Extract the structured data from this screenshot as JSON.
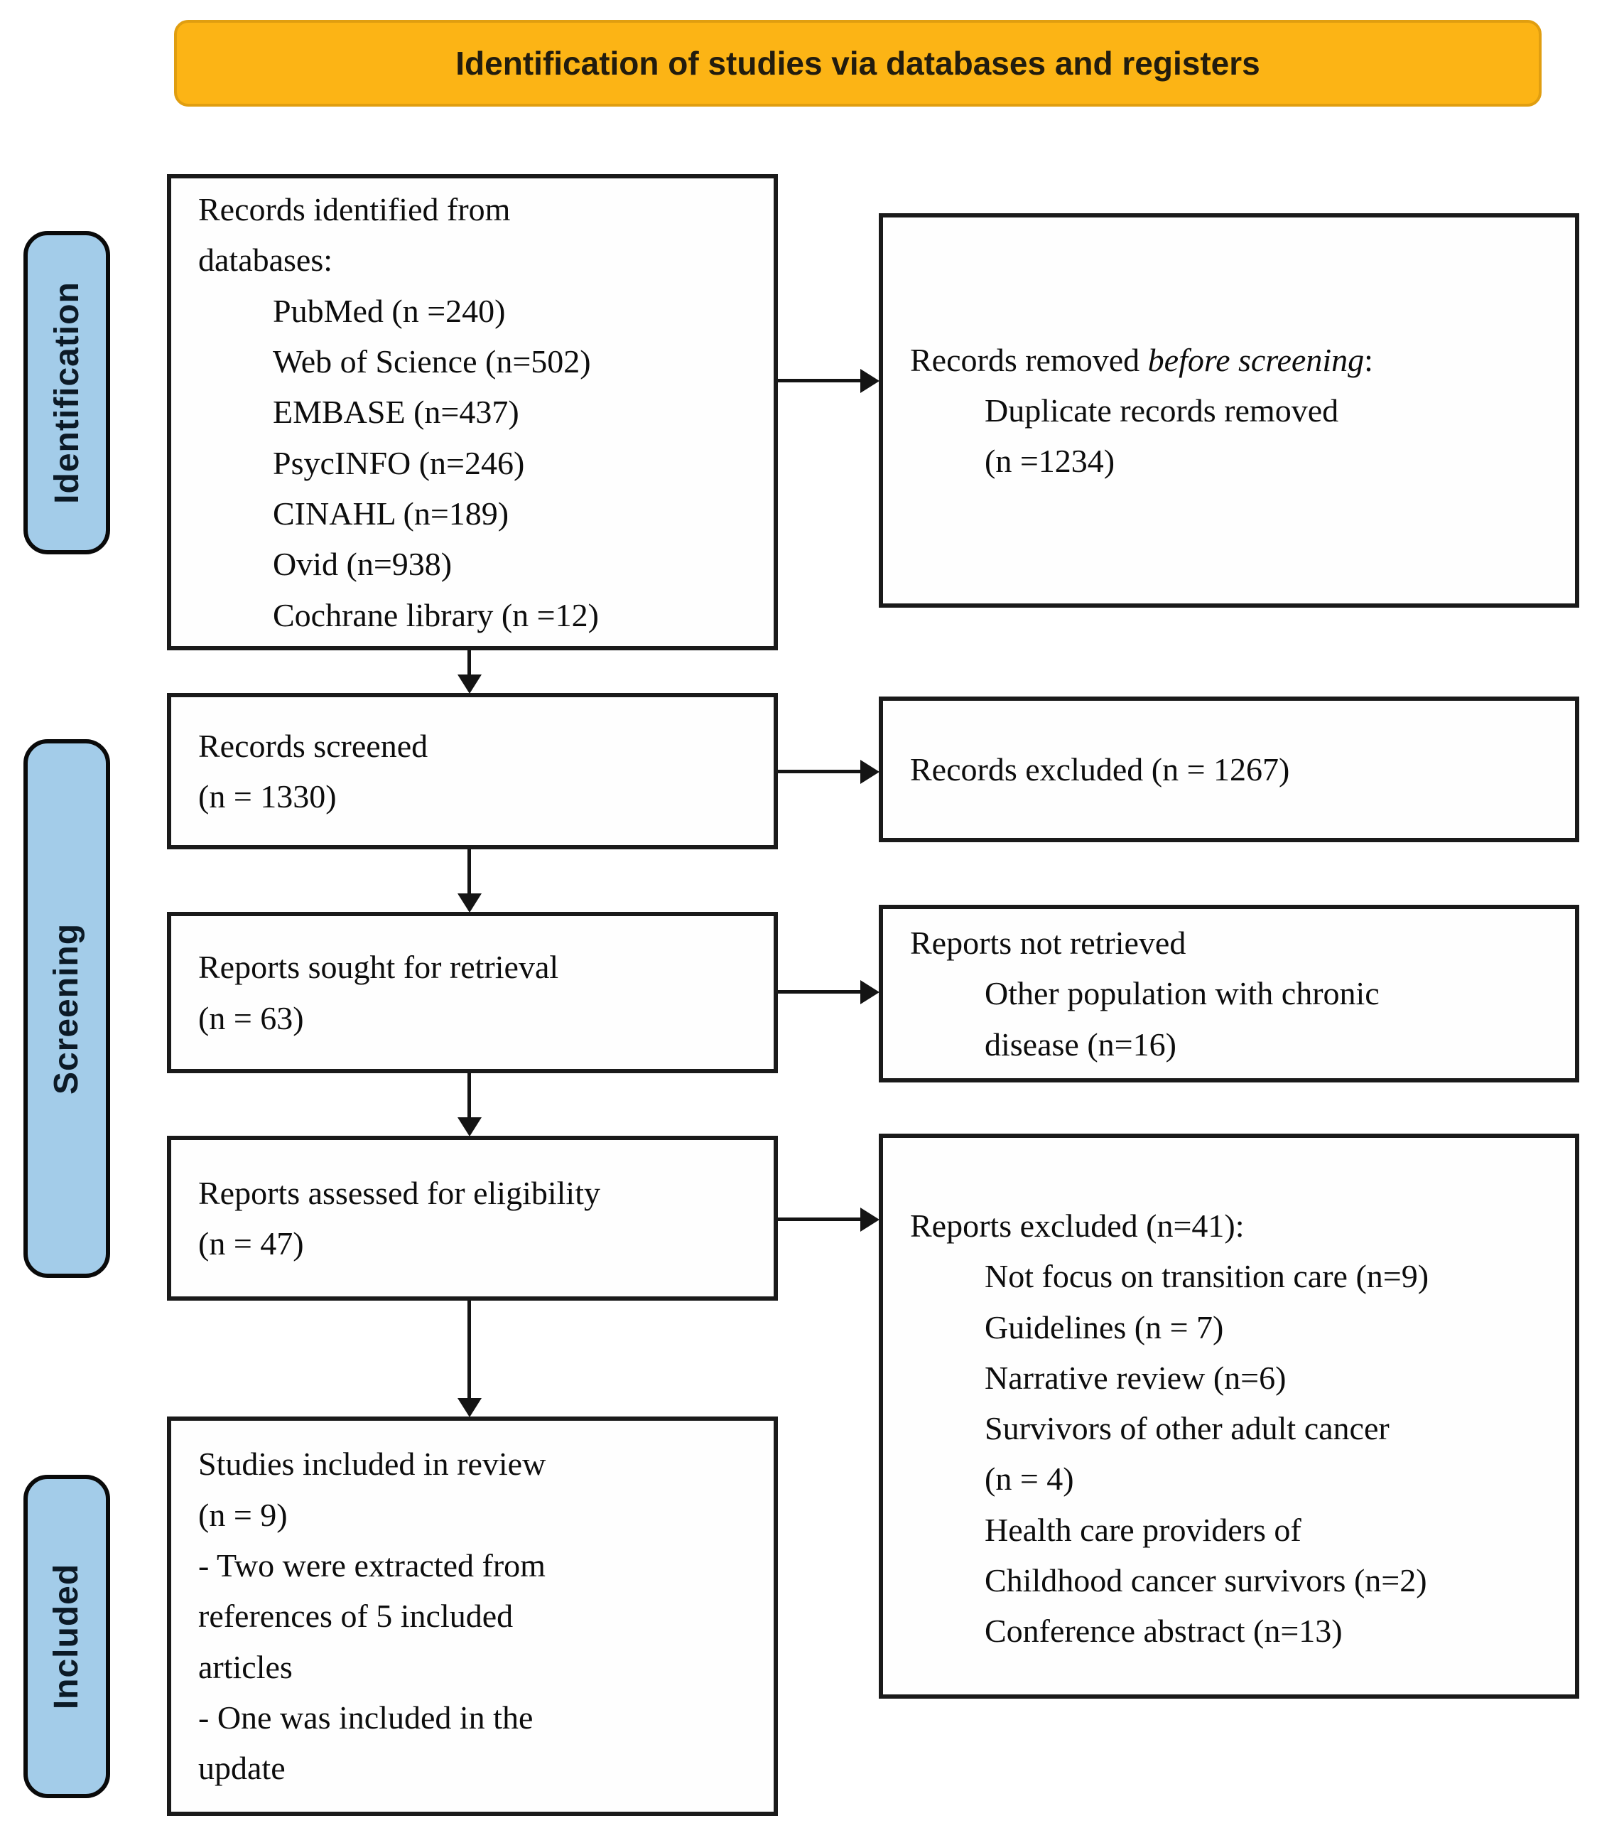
{
  "banner": {
    "title": "Identification of studies via databases and registers"
  },
  "stages": [
    {
      "label": "Identification"
    },
    {
      "label": "Screening"
    },
    {
      "label": "Included"
    }
  ],
  "flow": {
    "identified": {
      "title": "Records identified from\ndatabases:",
      "items": [
        "PubMed (n =240)",
        "Web of Science (n=502)",
        "EMBASE (n=437)",
        "PsycINFO (n=246)",
        "CINAHL (n=189)",
        "Ovid (n=938)",
        "Cochrane library (n =12)"
      ]
    },
    "removed_before_screening": {
      "title_prefix": "Records removed ",
      "title_italic": "before screening",
      "title_suffix": ":",
      "items": [
        "Duplicate records removed\n(n =1234)"
      ]
    },
    "screened": {
      "text": "Records screened\n(n = 1330)"
    },
    "records_excluded": {
      "text": "Records excluded (n = 1267)"
    },
    "sought": {
      "text": "Reports sought for retrieval\n(n = 63)"
    },
    "not_retrieved": {
      "title": "Reports not retrieved",
      "items": [
        "Other population with chronic\ndisease (n=16)"
      ]
    },
    "assessed": {
      "text": "Reports assessed for eligibility\n(n = 47)"
    },
    "reports_excluded": {
      "title": "Reports excluded (n=41):",
      "items": [
        "Not focus on transition care (n=9)",
        "Guidelines (n = 7)",
        "Narrative review (n=6)",
        "Survivors of other adult cancer\n(n = 4)",
        "Health care providers of\nChildhood cancer survivors (n=2)",
        "Conference abstract (n=13)"
      ]
    },
    "included_in_review": {
      "text": "Studies included in review\n(n = 9)\n- Two were extracted from\nreferences of 5 included\narticles\n- One was included in the\nupdate"
    }
  },
  "colors": {
    "banner_fill": "#FCB415",
    "banner_border": "#E09E10",
    "stage_fill": "#A3CCE9",
    "box_border": "#1A1A1A",
    "arrow": "#141414"
  }
}
